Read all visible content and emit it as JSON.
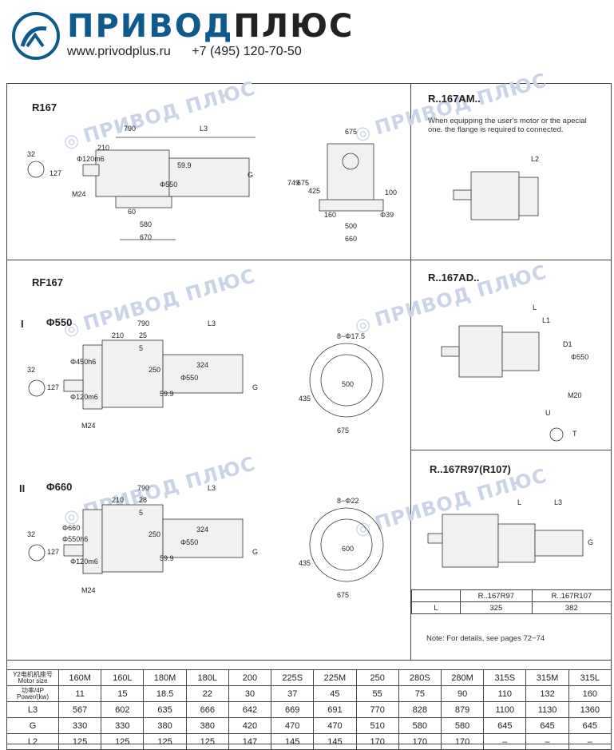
{
  "brand": {
    "name_part1": "ПРИВОД",
    "name_part2": "ПЛЮС",
    "website": "www.privodplus.ru",
    "phone": "+7 (495) 120-70-50",
    "watermark": "ПРИВОД ПЛЮС",
    "color_blue": "#0e5a8c"
  },
  "sections": {
    "r167": {
      "title": "R167",
      "dims": [
        "790",
        "L3",
        "210",
        "32",
        "127",
        "Φ120m6",
        "Φ550",
        "59.9",
        "G",
        "M24",
        "60",
        "580",
        "670",
        "675",
        "749",
        "675",
        "425",
        "100",
        "160",
        "Φ39",
        "500",
        "660"
      ]
    },
    "r167am": {
      "title": "R..167AM..",
      "note": "When equipping the user's motor or the apecial one. the flange is required to connected.",
      "dims": [
        "L2"
      ]
    },
    "rf167": {
      "title": "RF167",
      "v1_label": "I",
      "v1_flange": "Φ550",
      "v2_label": "II",
      "v2_flange": "Φ660",
      "dims_v1": [
        "790",
        "L3",
        "210",
        "25",
        "5",
        "32",
        "127",
        "Φ450h6",
        "Φ120m6",
        "Φ550",
        "250",
        "324",
        "59.9",
        "G",
        "M24",
        "8−Φ17.5",
        "500",
        "435",
        "675"
      ],
      "dims_v2": [
        "790",
        "L3",
        "210",
        "28",
        "5",
        "32",
        "127",
        "Φ660",
        "Φ550h6",
        "Φ120m6",
        "Φ550",
        "250",
        "324",
        "59.9",
        "G",
        "M24",
        "8−Φ22",
        "600",
        "435",
        "675"
      ]
    },
    "r167ad": {
      "title": "R..167AD..",
      "dims": [
        "L",
        "L1",
        "D1",
        "Φ550",
        "M20",
        "U",
        "T"
      ]
    },
    "r167r97": {
      "title": "R..167R97(R107)",
      "dims": [
        "L",
        "L3",
        "G"
      ],
      "table": {
        "headers": [
          "",
          "R..167R97",
          "R..167R107"
        ],
        "rows": [
          [
            "L",
            "325",
            "382"
          ]
        ]
      },
      "note": "Note: For details, see pages 72−74"
    }
  },
  "motor_table": {
    "row_labels": [
      {
        "cn": "Y2电机机座号",
        "en": "Motor size"
      },
      {
        "cn": "功率/4P",
        "en": "Power/(kw)"
      },
      {
        "cn": "",
        "en": "L3"
      },
      {
        "cn": "",
        "en": "G"
      },
      {
        "cn": "",
        "en": "L2"
      }
    ],
    "columns": [
      "160M",
      "160L",
      "180M",
      "180L",
      "200",
      "225S",
      "225M",
      "250",
      "280S",
      "280M",
      "315S",
      "315M",
      "315L"
    ],
    "power": [
      "11",
      "15",
      "18.5",
      "22",
      "30",
      "37",
      "45",
      "55",
      "75",
      "90",
      "110",
      "132",
      "160"
    ],
    "L3": [
      "567",
      "602",
      "635",
      "666",
      "642",
      "669",
      "691",
      "770",
      "828",
      "879",
      "1100",
      "1130",
      "1360"
    ],
    "G": [
      "330",
      "330",
      "380",
      "380",
      "420",
      "470",
      "470",
      "510",
      "580",
      "580",
      "645",
      "645",
      "645"
    ],
    "L2": [
      "125",
      "125",
      "125",
      "125",
      "147",
      "145",
      "145",
      "170",
      "170",
      "170",
      "–",
      "–",
      "–"
    ]
  }
}
